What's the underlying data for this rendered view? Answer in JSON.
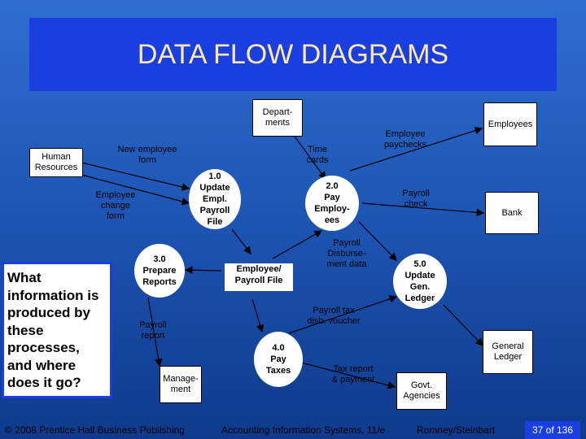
{
  "title": "DATA FLOW DIAGRAMS",
  "entities": {
    "human_resources": "Human\nResources",
    "employees": "Employees",
    "bank": "Bank",
    "general_ledger": "General\nLedger",
    "govt_agencies": "Govt.\nAgencies",
    "departments": "Depart-\nments",
    "management": "Manage-\nment"
  },
  "processes": {
    "p1": "1.0\nUpdate\nEmpl.\nPayroll\nFile",
    "p2": "2.0\nPay\nEmploy-\nees",
    "p3": "3.0\nPrepare\nReports",
    "p4": "4.0\nPay\nTaxes",
    "p5": "5.0\nUpdate\nGen.\nLedger"
  },
  "data_store": "Employee/\nPayroll File",
  "flows": {
    "new_employee_form": "New employee\nform",
    "employee_change_form": "Employee\nchange\nform",
    "time_cards": "Time\ncards",
    "employee_paychecks": "Employee\npaychecks",
    "payroll_check": "Payroll\ncheck",
    "payroll_disbursement_data": "Payroll\nDisburse-\nment data",
    "payroll_tax_disb_voucher": "Payroll tax\ndisb. voucher",
    "payroll_report": "Payroll\nreport",
    "tax_report_payment": "Tax report\n& payment"
  },
  "question": "What information is produced by these processes, and where does it go?",
  "footer": {
    "left": "© 2008 Prentice Hall Business Publishing",
    "center": "Accounting Information Systems, 11/e",
    "right": "Romney/Steinbart",
    "page": "37 of 136"
  }
}
